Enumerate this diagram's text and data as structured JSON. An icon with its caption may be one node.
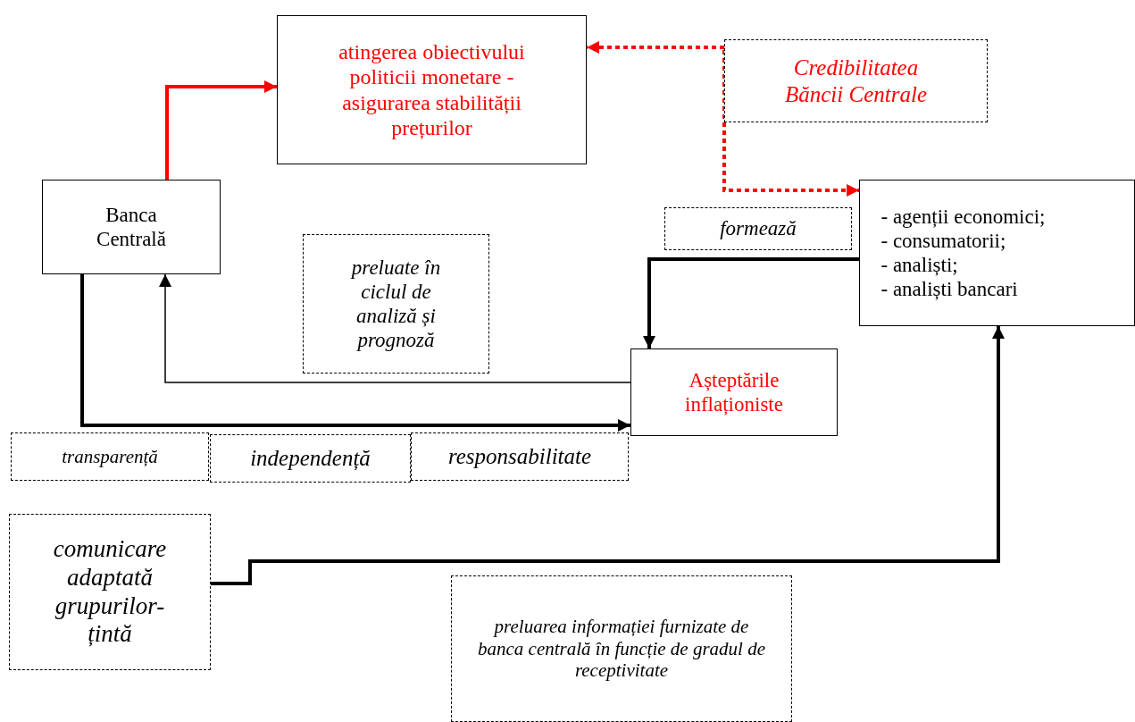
{
  "diagram": {
    "nodes": [
      {
        "text": [
          "Banca Centrală"
        ]
      },
      {
        "text": [
          "atingerea obiectivului politicii monetare - asigurarea stabilității prețurilor"
        ]
      },
      {
        "text": [
          "Credibilitatea Băncii Centrale"
        ]
      },
      {
        "text": [
          "- agenții economici;",
          "- consumatorii;",
          "- analiști;",
          "- analiști bancari"
        ]
      },
      {
        "text": [
          "formează"
        ]
      },
      {
        "text": [
          "Așteptările inflaționiste"
        ]
      },
      {
        "text": [
          "preluate în ciclul de analiză și prognoză"
        ]
      },
      {
        "text": [
          "transparență"
        ]
      },
      {
        "text": [
          "independență"
        ]
      },
      {
        "text": [
          "responsabilitate"
        ]
      },
      {
        "text": [
          "comunicare adaptată grupurilor-țintă"
        ]
      },
      {
        "text": [
          "preluarea informației furnizate de banca centrală în funcție de gradul de receptivitate"
        ]
      }
    ],
    "edges": [
      {
        "from": 0,
        "to": 1,
        "arrow": "to",
        "color": "#ff0000"
      },
      {
        "from": 2,
        "to": 1,
        "arrow": "to",
        "style": "dashed",
        "color": "#ff0000"
      },
      {
        "from": 2,
        "to": 3,
        "arrow": "to",
        "style": "dashed",
        "color": "#ff0000"
      },
      {
        "from": 3,
        "to": 5,
        "arrow": "to"
      },
      {
        "from": 5,
        "to": 0,
        "arrow": "to"
      },
      {
        "from": 0,
        "to": 5,
        "arrow": "to"
      },
      {
        "from": 10,
        "to": 3,
        "arrow": "to"
      }
    ]
  }
}
